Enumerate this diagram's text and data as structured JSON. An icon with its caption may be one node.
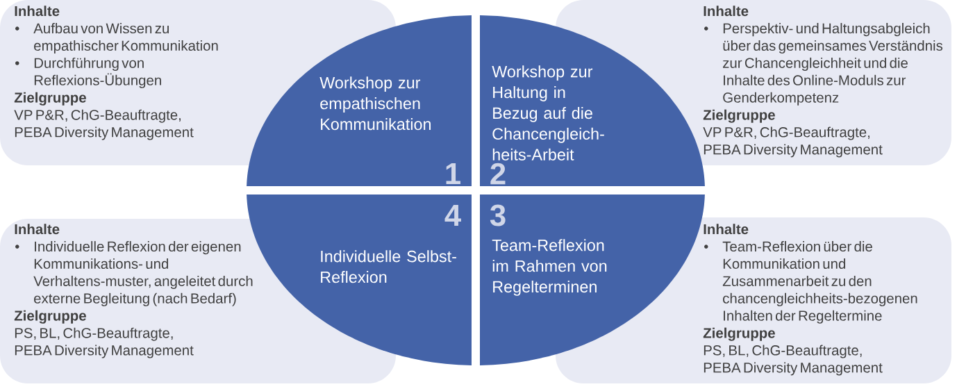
{
  "diagram": {
    "nodes": [
      {
        "text": [
          "Inhalte",
          "Aufbau von Wissen zu empathischer Kommunikation",
          "Durchführung von Reflexions-Übungen",
          "Zielgruppe",
          "VP P&R, ChG-Beauftragte, PEBA Diversity Management"
        ]
      },
      {
        "text": [
          "Workshop zur empathischen Kommunikation",
          "1"
        ]
      },
      {
        "text": [
          "Workshop zur Haltung in Bezug auf die Chancengleich-heits-Arbeit",
          "2"
        ]
      },
      {
        "text": [
          "Inhalte",
          "Perspektiv- und Haltungsabgleich über das gemeinsames Verständnis zur Chancengleichheit und die Inhalte des Online-Moduls zur Genderkompetenz",
          "Zielgruppe",
          "VP P&R, ChG-Beauftragte, PEBA Diversity Management"
        ]
      },
      {
        "text": [
          "Inhalte",
          "Individuelle Reflexion der eigenen Kommunikations- und Verhaltens-muster, angeleitet durch externe Begleitung (nach Bedarf)",
          "Zielgruppe",
          "PS, BL, ChG-Beauftragte, PEBA Diversity Management"
        ]
      },
      {
        "text": [
          "4",
          "Individuelle Selbst-Reflexion"
        ]
      },
      {
        "text": [
          "3",
          "Team-Reflexion im Rahmen von Regelterminen"
        ]
      },
      {
        "text": [
          "Inhalte",
          "Team-Reflexion über die Kommunikation und Zusammenarbeit zu den chancengleichheits-bezogenen Inhalten der Regeltermine",
          "Zielgruppe",
          "PS, BL, ChG-Beauftragte, PEBA Diversity Management"
        ]
      }
    ],
    "labels": [
      "•",
      "•",
      "•",
      "•",
      "•"
    ]
  }
}
